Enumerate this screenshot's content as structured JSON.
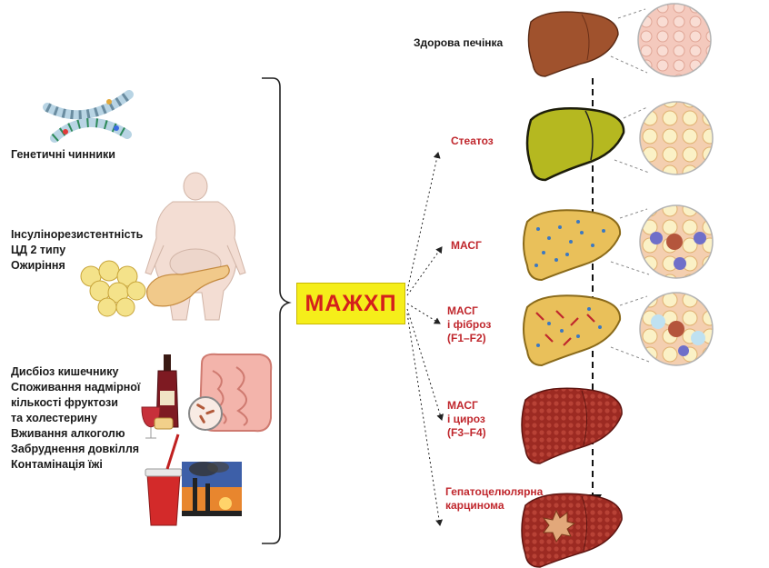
{
  "risk_factors": {
    "genetic": "Генетичні чинники",
    "metabolic": [
      "Інсулінорезистентність",
      "ЦД 2 типу",
      "Ожиріння"
    ],
    "environmental": [
      "Дисбіоз кишечнику",
      "Споживання надмірної",
      "кількості фруктози",
      "та холестерину",
      "Вживання алкоголю",
      "Забруднення довкілля",
      "Контамінація їжі"
    ]
  },
  "center": {
    "label": "МАЖХП"
  },
  "stages": {
    "healthy": "Здорова печінка",
    "steatosis": "Стеатоз",
    "masg": "МАСГ",
    "fibrosis": [
      "МАСГ",
      "і фіброз",
      "(F1–F2)"
    ],
    "cirrhosis": [
      "МАСГ",
      "і цироз",
      "(F3–F4)"
    ],
    "hcc": [
      "Гепатоцелюлярна",
      "карцинома"
    ]
  },
  "colors": {
    "stage_label": "#c0272d",
    "center_fill": "#f5ee1a",
    "center_text": "#d4201c",
    "healthy_liver": "#a0522d",
    "steatosis_liver": "#b5b820",
    "masg_liver": "#e9c05a",
    "cirrhosis_liver": "#9c2a22"
  }
}
